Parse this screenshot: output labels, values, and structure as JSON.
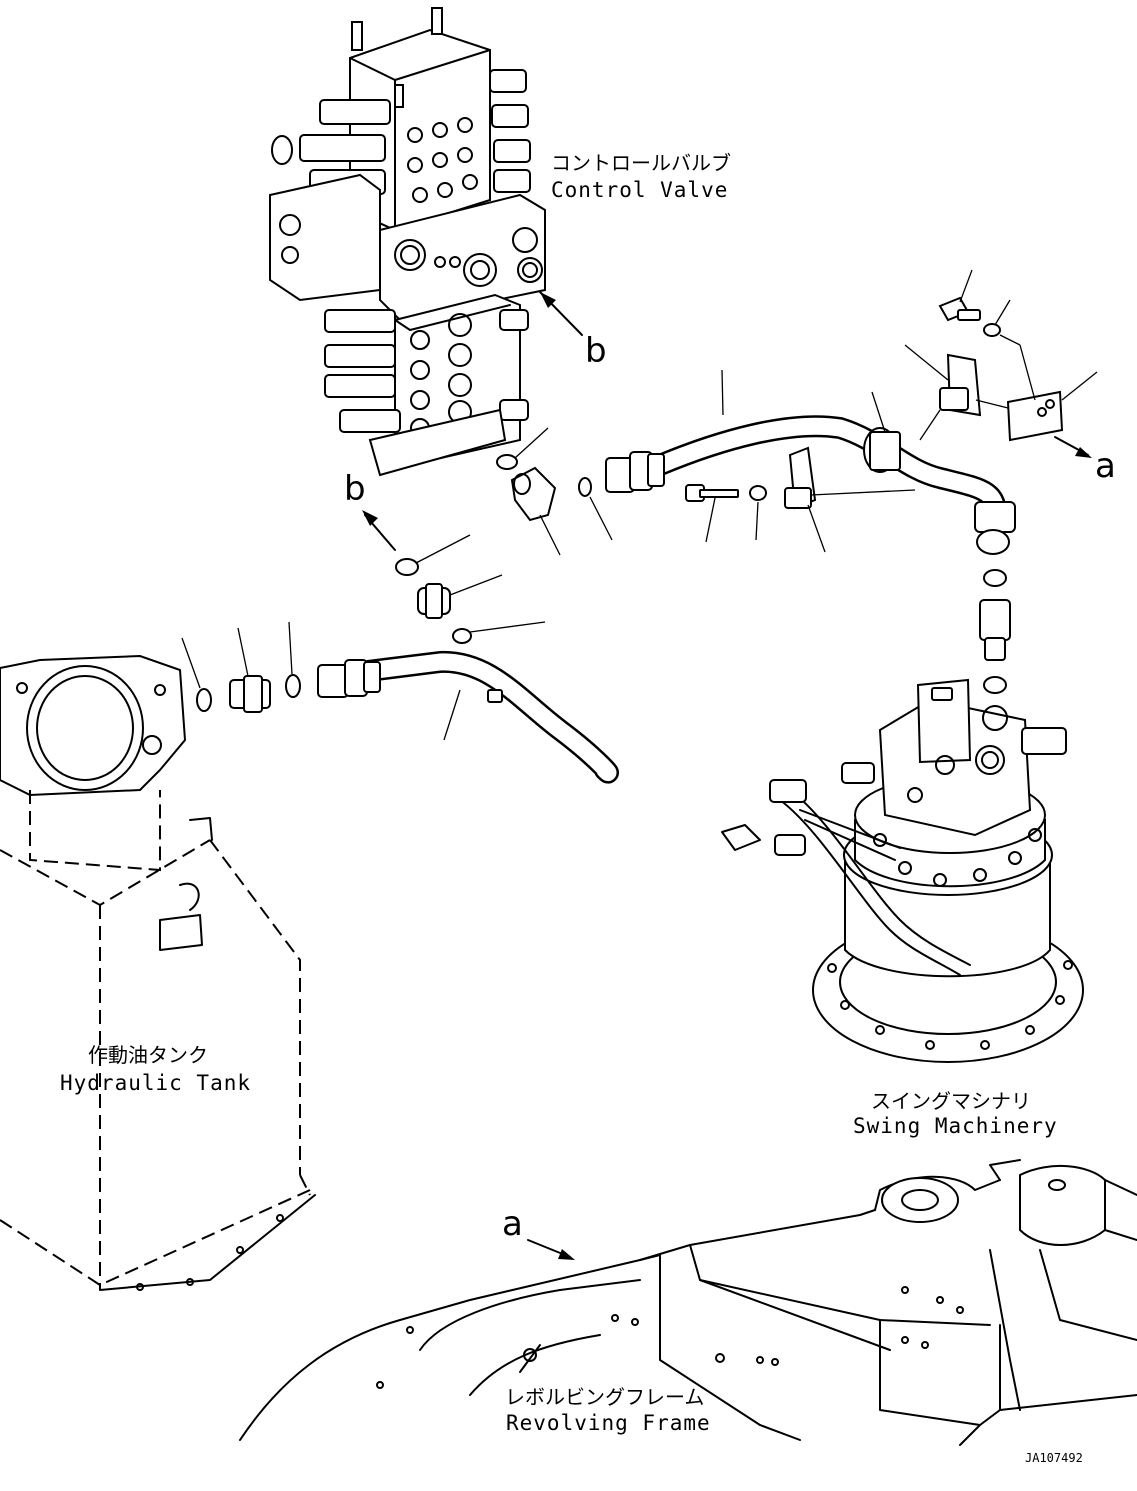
{
  "labels": {
    "control_valve_jp": "コントロールバルブ",
    "control_valve_en": "Control Valve",
    "hydraulic_tank_jp": "作動油タンク",
    "hydraulic_tank_en": "Hydraulic Tank",
    "swing_machinery_jp": "スイングマシナリ",
    "swing_machinery_en": "Swing Machinery",
    "revolving_frame_jp": "レボルビングフレーム",
    "revolving_frame_en": "Revolving Frame"
  },
  "callouts": {
    "a_right": "a",
    "a_frame": "a",
    "b_upper": "b",
    "b_left": "b"
  },
  "drawing_code": "JA107492"
}
